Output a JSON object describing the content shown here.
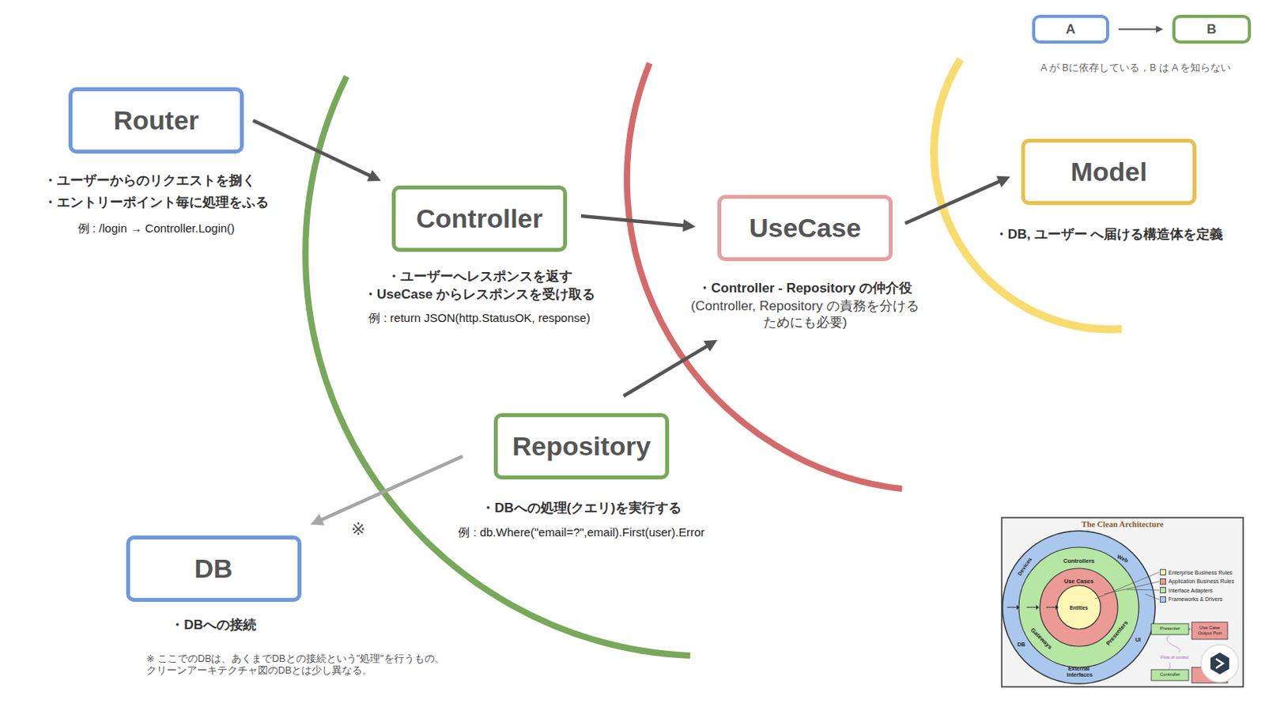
{
  "diagram": {
    "nodes": [
      {
        "text": [
          "Router",
          "・ユーザーからのリクエストを捌く",
          "・エントリーポイント毎に処理をふる",
          "例 : /login → Controller.Login()"
        ]
      },
      {
        "text": [
          "Controller",
          "・ユーザーへレスポンスを返す",
          "・UseCase からレスポンスを受け取る",
          "例 : return JSON(http.StatusOK, response)"
        ]
      },
      {
        "text": [
          "UseCase",
          "・Controller - Repository の仲介役",
          "(Controller, Repository の責務を分ける ためにも必要)"
        ]
      },
      {
        "text": [
          "Model",
          "・DB, ユーザー へ届ける構造体を定義"
        ]
      },
      {
        "text": [
          "Repository",
          "・DBへの処理(クエリ)を実行する",
          "例 : db.Where(\"email=?\",email).First(user).Error"
        ]
      },
      {
        "text": [
          "DB",
          "・DBへの接続"
        ]
      },
      {
        "text": [
          "A"
        ]
      },
      {
        "text": [
          "B"
        ]
      }
    ],
    "edges": [
      {
        "from": 0,
        "to": 1,
        "arrow": "to"
      },
      {
        "from": 1,
        "to": 2,
        "arrow": "to"
      },
      {
        "from": 2,
        "to": 3,
        "arrow": "to"
      },
      {
        "from": 4,
        "to": 2,
        "arrow": "to"
      },
      {
        "from": 4,
        "to": 5,
        "arrow": "to"
      },
      {
        "from": 6,
        "to": 7,
        "arrow": "to"
      }
    ],
    "labels": [
      "A が Bに依存している，B は A を知らない",
      "※",
      "※ ここでのDBは、あくまでDBとの接続という\"処理\"を行うもの。 クリーンアーキテクチャ図のDBとは少し異なる。",
      "The Clean Architecture",
      "Controllers",
      "Use Cases",
      "Entities",
      "Devices",
      "Web",
      "UI",
      "DB",
      "Gateways",
      "Presenters",
      "External Interfaces",
      "Presenter",
      "Use Case Output Port",
      "Flow of control",
      "Controller"
    ],
    "legend": [
      {
        "text": "Enterprise Business Rules",
        "color": "#fdf7b5"
      },
      {
        "text": "Application Business Rules",
        "color": "#ec9a96"
      },
      {
        "text": "Interface Adapters",
        "color": "#b6e6a4"
      },
      {
        "text": "Frameworks & Drivers",
        "color": "#aac8ee"
      }
    ]
  }
}
